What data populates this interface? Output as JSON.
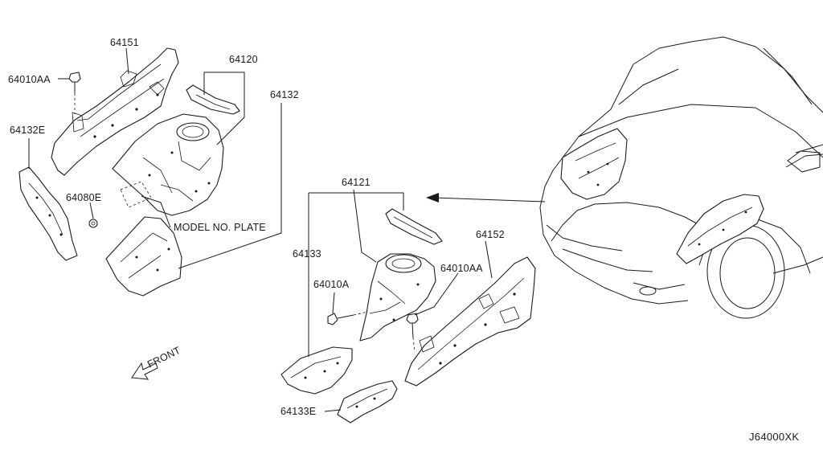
{
  "diagram": {
    "drawing_code": "J64000XK",
    "front_indicator": "FRONT",
    "labels": {
      "p64151": "64151",
      "p64010AA_top": "64010AA",
      "p64120": "64120",
      "p64132": "64132",
      "p64132E": "64132E",
      "p64080E": "64080E",
      "model_plate": "MODEL NO. PLATE",
      "p64121": "64121",
      "p64133": "64133",
      "p64152": "64152",
      "p64010AA_mid": "64010AA",
      "p64010A": "64010A",
      "p64133E": "64133E"
    }
  }
}
